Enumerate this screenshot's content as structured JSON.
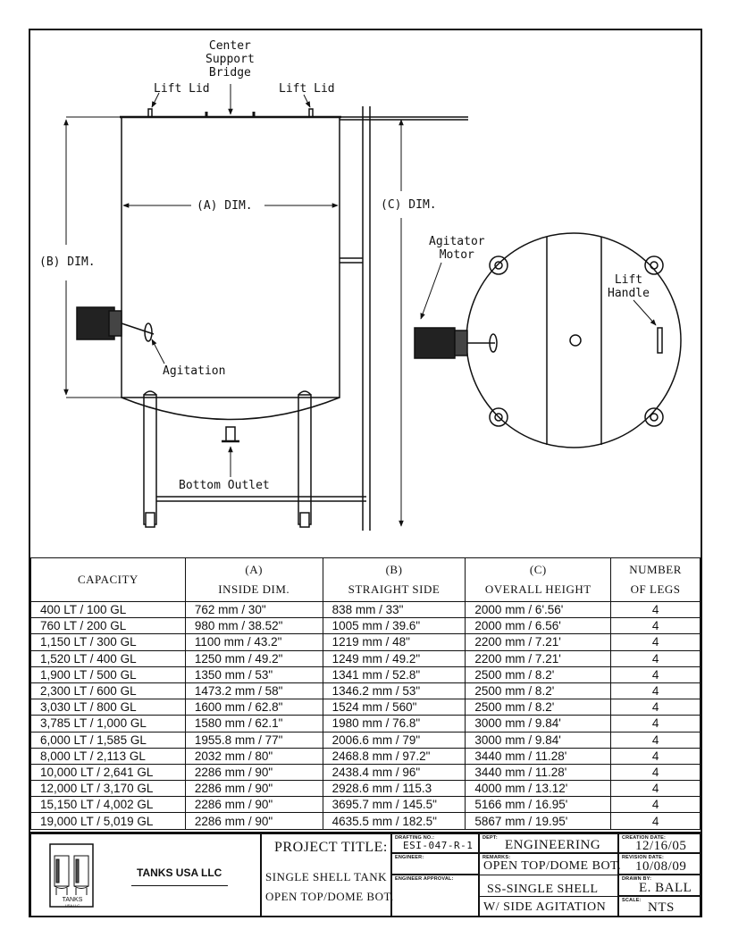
{
  "drawing": {
    "labels": {
      "center_support_bridge": [
        "Center",
        "Support",
        "Bridge"
      ],
      "lift_lid_left": "Lift Lid",
      "lift_lid_right": "Lift Lid",
      "a_dim": "(A) DIM.",
      "b_dim": "(B) DIM.",
      "c_dim": "(C) DIM.",
      "agitation": "Agitation",
      "bottom_outlet": "Bottom Outlet",
      "agitator_motor": [
        "Agitator",
        "Motor"
      ],
      "lift_handle": [
        "Lift",
        "Handle"
      ]
    }
  },
  "table": {
    "headers": [
      {
        "top": "",
        "bottom": "CAPACITY"
      },
      {
        "top": "(A)",
        "bottom": "INSIDE DIM."
      },
      {
        "top": "(B)",
        "bottom": "STRAIGHT SIDE"
      },
      {
        "top": "(C)",
        "bottom": "OVERALL HEIGHT"
      },
      {
        "top": "NUMBER",
        "bottom": "OF LEGS"
      }
    ],
    "rows": [
      [
        "400 LT / 100 GL",
        "762 mm / 30\"",
        "838 mm / 33\"",
        "2000 mm / 6'.56'",
        "4"
      ],
      [
        "760 LT / 200 GL",
        "980 mm / 38.52\"",
        "1005 mm / 39.6\"",
        "2000 mm / 6.56'",
        "4"
      ],
      [
        "1,150 LT / 300 GL",
        "1100 mm / 43.2\"",
        "1219 mm / 48\"",
        "2200 mm / 7.21'",
        "4"
      ],
      [
        "1,520 LT / 400 GL",
        "1250 mm / 49.2\"",
        "1249 mm / 49.2\"",
        "2200 mm / 7.21'",
        "4"
      ],
      [
        "1,900 LT / 500 GL",
        "1350 mm / 53\"",
        "1341 mm / 52.8\"",
        "2500 mm / 8.2'",
        "4"
      ],
      [
        "2,300 LT / 600 GL",
        "1473.2 mm / 58\"",
        "1346.2 mm / 53\"",
        "2500 mm / 8.2'",
        "4"
      ],
      [
        "3,030 LT / 800 GL",
        "1600 mm / 62.8\"",
        "1524 mm / 560\"",
        "2500 mm / 8.2'",
        "4"
      ],
      [
        "3,785 LT / 1,000 GL",
        "1580 mm / 62.1\"",
        "1980 mm / 76.8\"",
        "3000 mm / 9.84'",
        "4"
      ],
      [
        "6,000 LT / 1,585 GL",
        "1955.8 mm / 77\"",
        "2006.6 mm / 79\"",
        "3000 mm / 9.84'",
        "4"
      ],
      [
        "8,000 LT / 2,113 GL",
        "2032 mm / 80\"",
        "2468.8 mm / 97.2\"",
        "3440 mm / 11.28'",
        "4"
      ],
      [
        "10,000 LT / 2,641 GL",
        "2286 mm / 90\"",
        "2438.4 mm / 96\"",
        "3440 mm / 11.28'",
        "4"
      ],
      [
        "12,000 LT / 3,170 GL",
        "2286 mm / 90\"",
        "2928.6 mm / 115.3",
        "4000 mm / 13.12'",
        "4"
      ],
      [
        "15,150 LT / 4,002 GL",
        "2286 mm / 90\"",
        "3695.7 mm / 145.5\"",
        "5166 mm / 16.95'",
        "4"
      ],
      [
        "19,000 LT / 5,019 GL",
        "2286 mm / 90\"",
        "4635.5 mm / 182.5\"",
        "5867 mm / 19.95'",
        "4"
      ]
    ]
  },
  "title_block": {
    "company": "TANKS USA LLC",
    "logo_text": "TANKS",
    "logo_sub": "USA LLC",
    "project_title_label": "PROJECT TITLE:",
    "project_title_line1": "SINGLE SHELL TANK",
    "project_title_line2": "OPEN TOP/DOME BOT.",
    "drafting_no_label": "DRAFTING NO.:",
    "drafting_no": "ESI-047-R-1",
    "engineer_label": "ENGINEER:",
    "engineer": "",
    "approval_label": "ENGINEER APPROVAL:",
    "approval": "",
    "dept_label": "DEPT:",
    "dept": "ENGINEERING",
    "remarks_label": "REMARKS:",
    "remarks_line1": "OPEN TOP/DOME BOT.",
    "remarks_line2": "SS-SINGLE SHELL",
    "remarks_line3": "W/ SIDE AGITATION",
    "creation_date_label": "CREATION DATE:",
    "creation_date": "12/16/05",
    "revision_date_label": "REVISION DATE:",
    "revision_date": "10/08/09",
    "drawn_by_label": "DRAWN BY:",
    "drawn_by": "E. BALL",
    "scale_label": "SCALE:",
    "scale": "NTS"
  }
}
